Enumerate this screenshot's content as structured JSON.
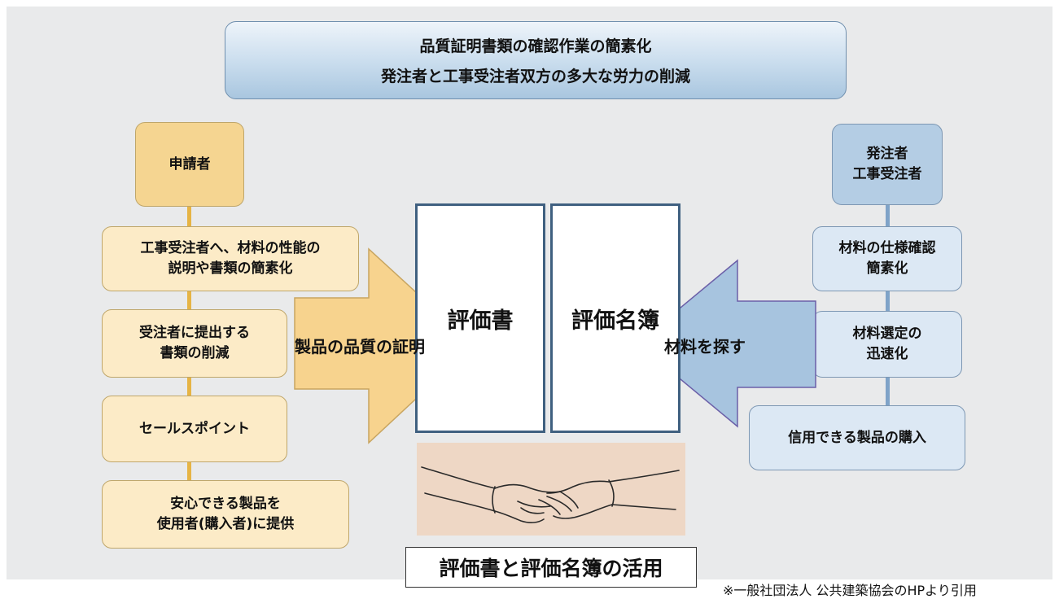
{
  "banner": {
    "line1": "品質証明書類の確認作業の簡素化",
    "line2": "発注者と工事受注者双方の多大な労力の削減"
  },
  "left_column": {
    "header": "申請者",
    "items": [
      "工事受注者へ、材料の性能の\n説明や書類の簡素化",
      "受注者に提出する\n書類の削減",
      "セールスポイント",
      "安心できる製品を\n使用者(購入者)に提供"
    ]
  },
  "right_column": {
    "header": "発注者\n工事受注者",
    "items": [
      "材料の仕様確認\n簡素化",
      "材料選定の\n迅速化",
      "信用できる製品の購入"
    ]
  },
  "center": {
    "book_left": "評価書",
    "book_right": "評価名簿",
    "arrow_left_label": "製品の品質の証明",
    "arrow_right_label": "材料を探す",
    "caption": "評価書と評価名簿の活用",
    "image": "handshake-illustration"
  },
  "footer": {
    "source_note": "※一般社団法人 公共建築協会のHPより引用"
  },
  "colors": {
    "panel_bg": "#e9eaeb",
    "orange_fill": "#fcebc7",
    "orange_header": "#f5d591",
    "orange_arrow": "#f7d38e",
    "blue_fill": "#dce8f4",
    "blue_header": "#b4cde4",
    "blue_arrow": "#a7c4df",
    "book_border": "#3f6080"
  }
}
